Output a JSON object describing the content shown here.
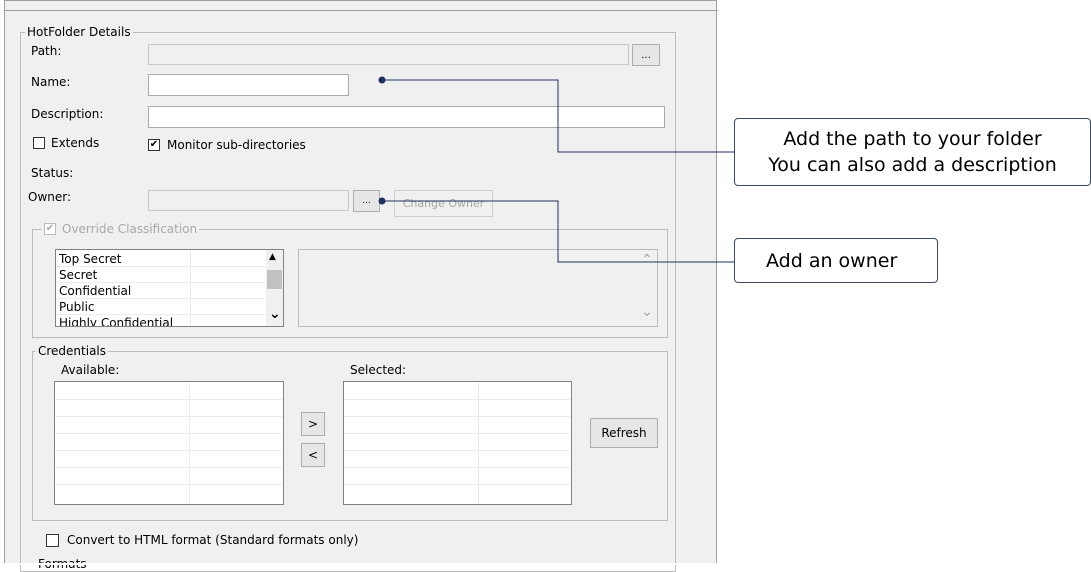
{
  "hotfolder": {
    "group_title": "HotFolder Details",
    "path_label": "Path:",
    "path_browse": "...",
    "name_label": "Name:",
    "name_value": "",
    "description_label": "Description:",
    "description_value": "",
    "extends_label": "Extends",
    "extends_checked": false,
    "monitor_label": "Monitor sub-directories",
    "monitor_check": "✔",
    "status_label": "Status:",
    "owner_label": "Owner:",
    "owner_browse": "...",
    "change_owner": "Change Owner"
  },
  "classification": {
    "group_title": "Override Classification",
    "check": "✔",
    "items": [
      "Top Secret",
      "Secret",
      "Confidential",
      "Public",
      "Highly Confidential"
    ],
    "scroll_up": "▲",
    "scroll_down": "⌄",
    "right_scroll_up": "⌃",
    "right_scroll_down": "⌄"
  },
  "credentials": {
    "group_title": "Credentials",
    "available_label": "Available:",
    "selected_label": "Selected:",
    "add_button": ">",
    "remove_button": "<",
    "refresh_button": "Refresh"
  },
  "convert": {
    "label": "Convert to HTML format (Standard formats only)"
  },
  "formats": {
    "label": "Formats"
  },
  "callouts": {
    "path_line1": "Add the path to your folder",
    "path_line2": "You can also add a description",
    "owner": "Add an owner"
  },
  "colors": {
    "callout_border": "#3a4a62",
    "connector": "#1f3060",
    "panel_bg": "#f0f0f0"
  }
}
